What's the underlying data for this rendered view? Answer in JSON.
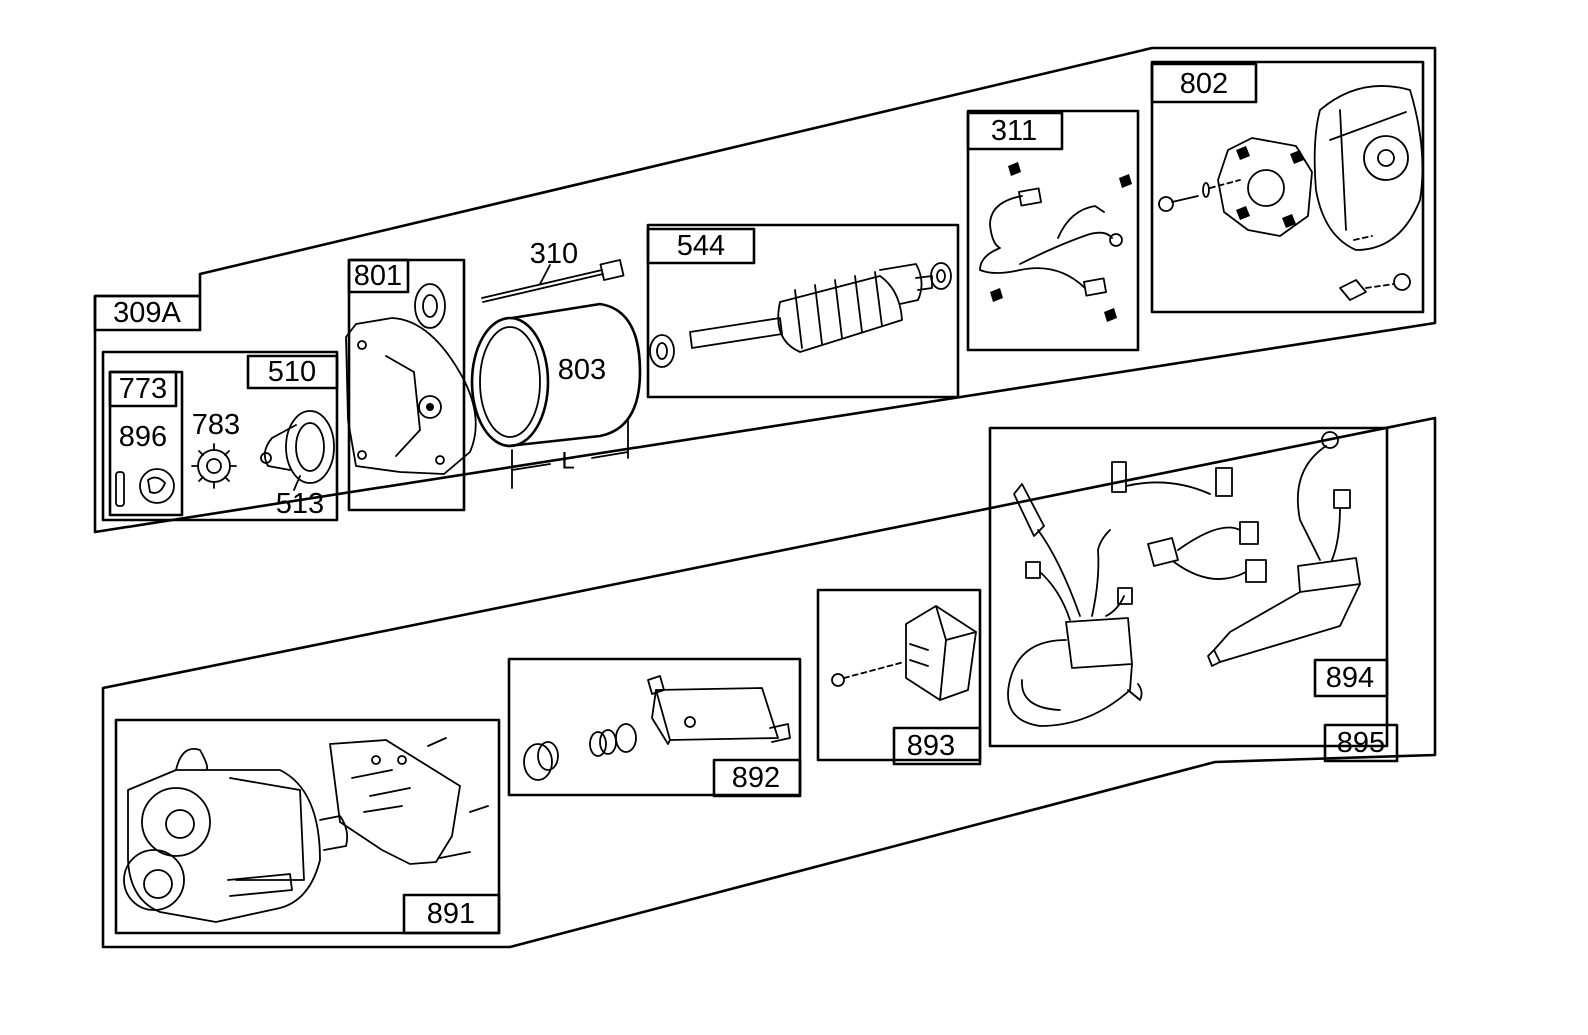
{
  "part_numbers": {
    "p309a": "309A",
    "p801": "801",
    "p310": "310",
    "p544": "544",
    "p311": "311",
    "p802": "802",
    "p803": "803",
    "p773": "773",
    "p510": "510",
    "p896": "896",
    "p783": "783",
    "p513": "513",
    "p894": "894",
    "p895": "895",
    "p893": "893",
    "p892": "892",
    "p891": "891"
  },
  "dimension_label": "L"
}
